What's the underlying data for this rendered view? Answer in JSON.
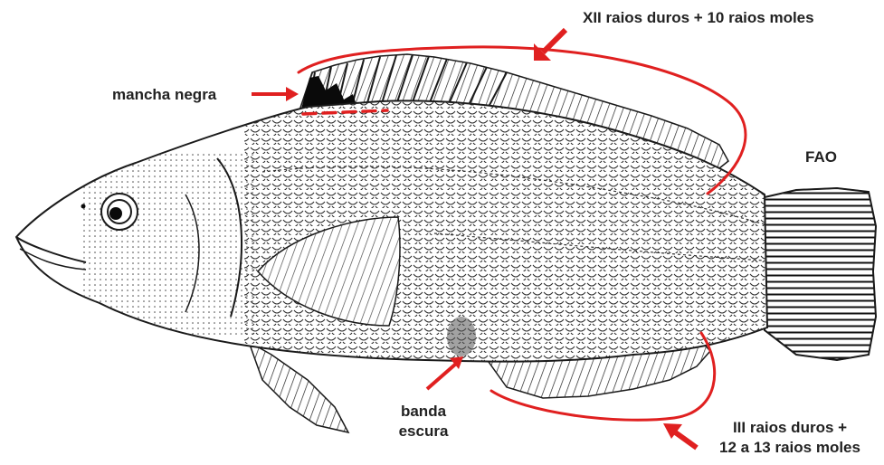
{
  "labels": {
    "dorsal_fin": "XII raios duros + 10 raios moles",
    "black_spot": "mancha negra",
    "source": "FAO",
    "dark_band_line1": "banda",
    "dark_band_line2": "escura",
    "anal_fin_line1": "III raios duros +",
    "anal_fin_line2": "12 a 13 raios moles"
  },
  "colors": {
    "annotation": "#e02020",
    "ink": "#1a1a1a",
    "text": "#222222",
    "background": "#ffffff"
  }
}
